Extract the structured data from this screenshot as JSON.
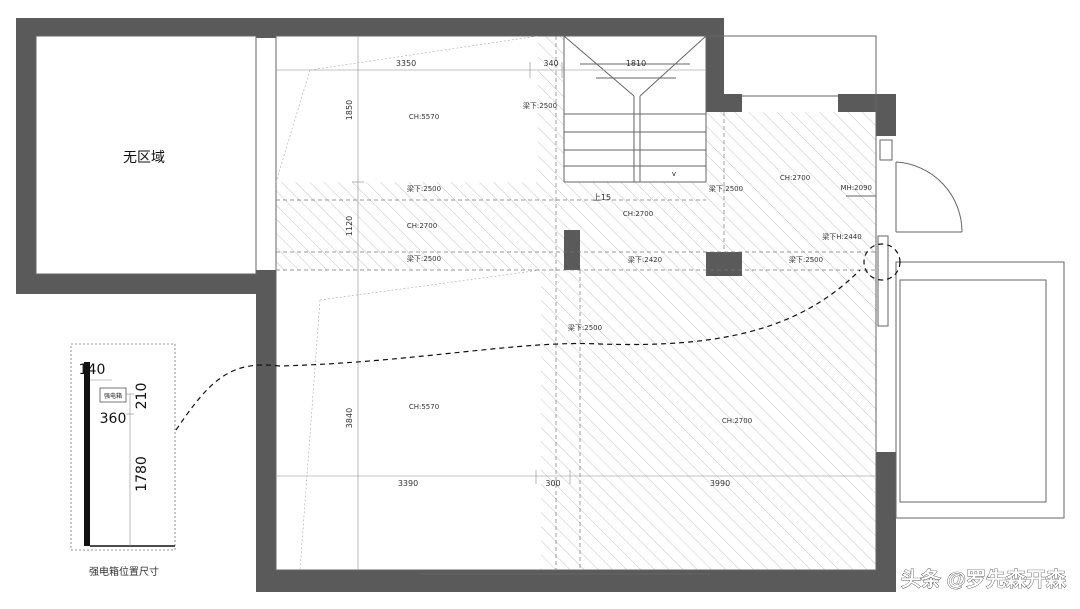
{
  "rooms": {
    "no_area": "无区域"
  },
  "dimensions": {
    "top_3350": "3350",
    "top_340": "340",
    "top_1810": "1810",
    "left_1850": "1850",
    "left_1120": "1120",
    "left_3840": "3840",
    "bottom_3390": "3390",
    "bottom_300": "300",
    "bottom_3990": "3990"
  },
  "ceiling_heights": {
    "upper_left": "CH:5570",
    "band_left": "CH:2700",
    "stair_landing": "CH:2700",
    "upper_right": "CH:2700",
    "lower_left": "CH:5570",
    "lower_right": "CH:2700"
  },
  "beams": {
    "b1": "梁下:2500",
    "b2": "梁下:2500",
    "b3": "梁下:2500",
    "b4": "梁下:2500",
    "b5": "梁下:2420",
    "b6": "梁下:2500",
    "b7": "梁下:2500",
    "b8": "梁下H:2440"
  },
  "door": {
    "mh": "MH:2090"
  },
  "stair": {
    "up": "上15"
  },
  "inset": {
    "n140": "140",
    "n210": "210",
    "n360": "360",
    "n1780": "1780",
    "box_label": "强电箱",
    "caption": "强电箱位置尺寸"
  },
  "watermark": "头条 @罗先森开森"
}
